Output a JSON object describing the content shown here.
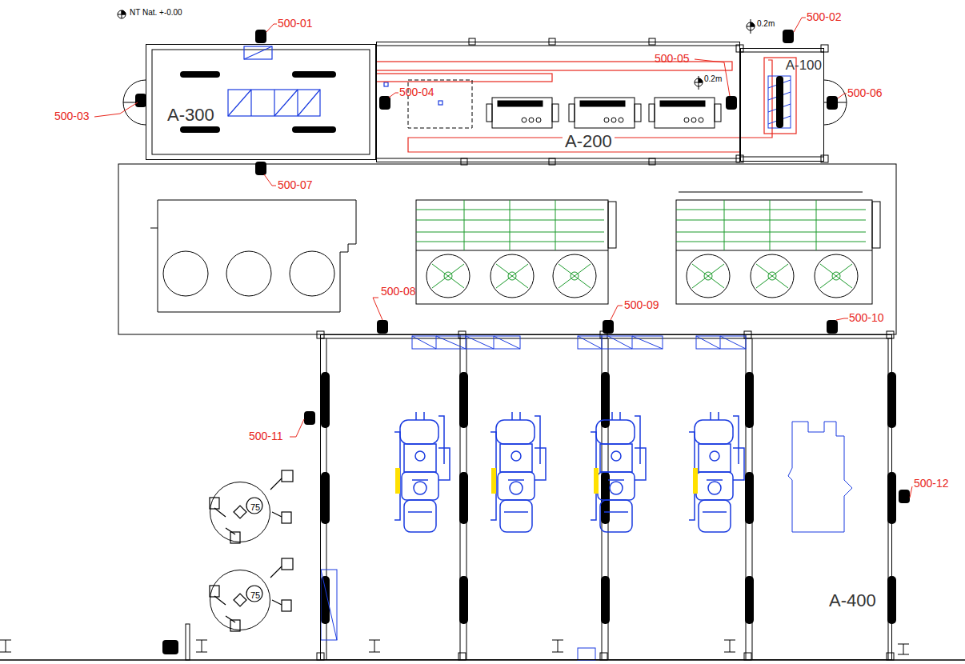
{
  "diagram": {
    "nodes": [
      {
        "text": [
          "A-300"
        ]
      },
      {
        "text": [
          "A-200"
        ]
      },
      {
        "text": [
          "A-100"
        ]
      },
      {
        "text": [
          "A-400"
        ]
      },
      {
        "text": [
          "75"
        ]
      },
      {
        "text": [
          "75"
        ]
      }
    ],
    "labels": [
      "NT Nat. +-0.00",
      "500-01",
      "500-02",
      "0.2m",
      "500-05",
      "500-04",
      "0.2m",
      "500-06",
      "500-03",
      "500-07",
      "500-08",
      "500-09",
      "500-10",
      "500-11",
      "500-12"
    ]
  }
}
